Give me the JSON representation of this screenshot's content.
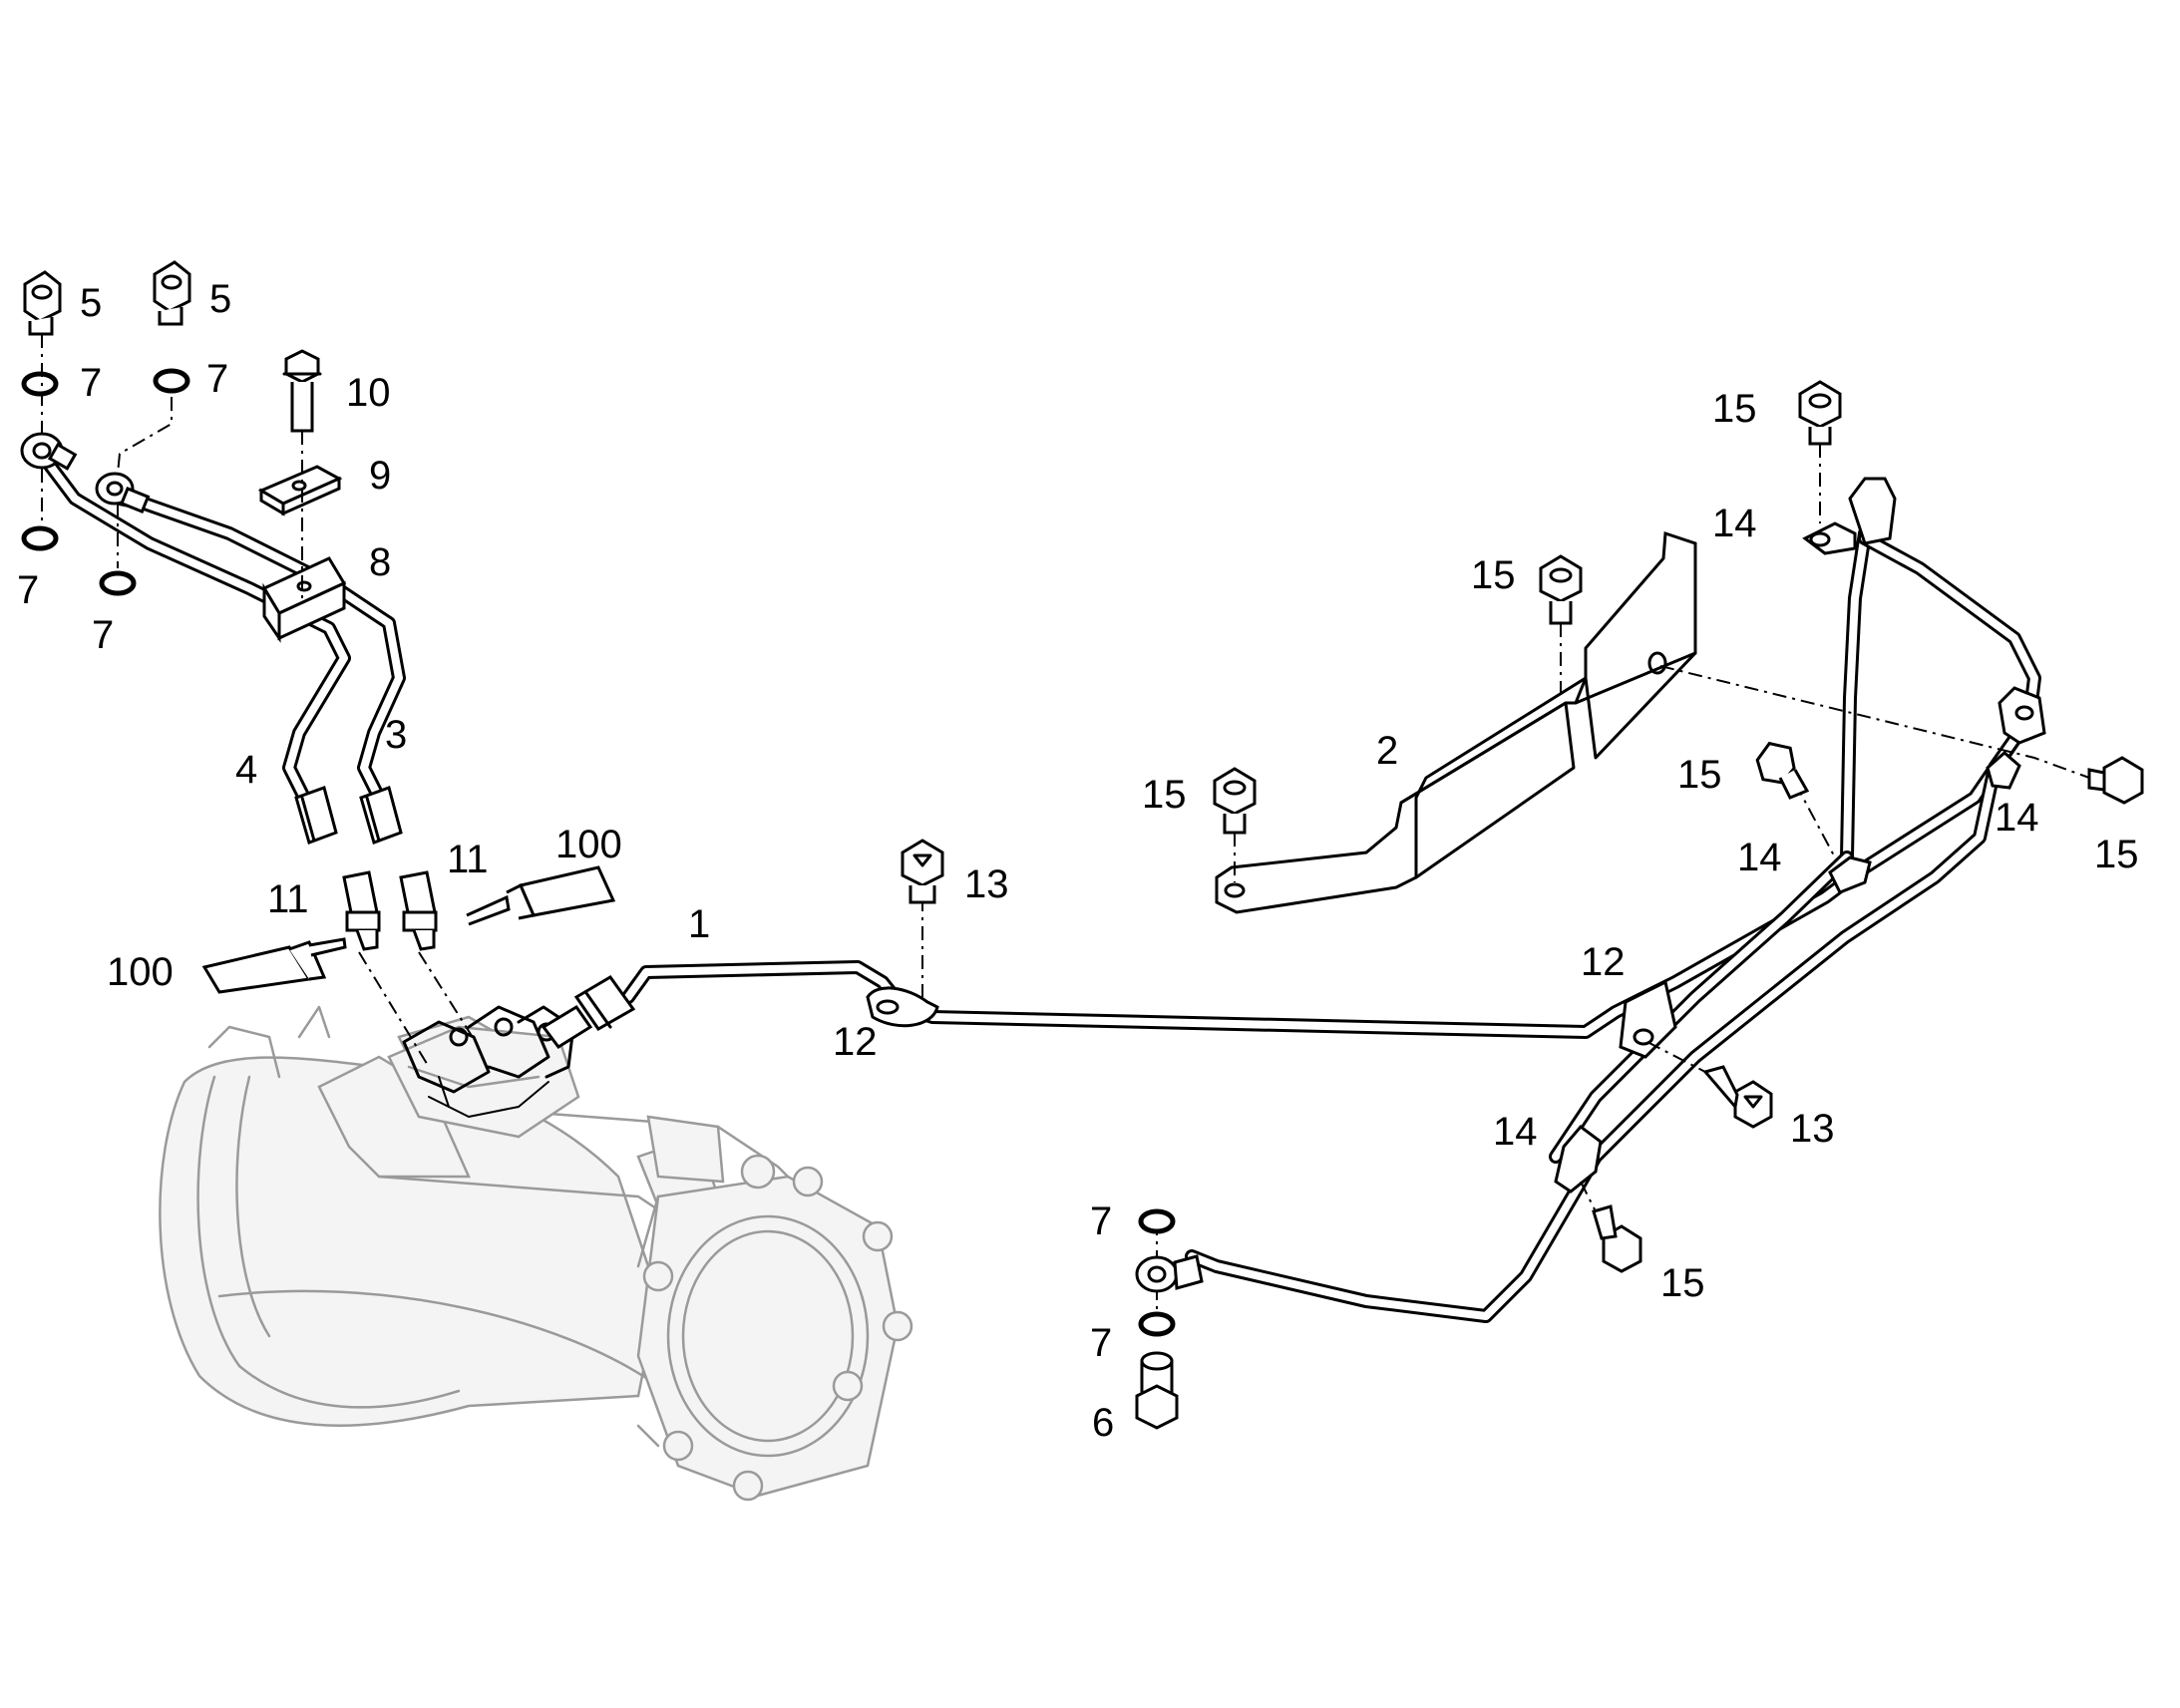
{
  "callouts": {
    "c1": "1",
    "c2": "2",
    "c3": "3",
    "c4": "4",
    "c5a": "5",
    "c5b": "5",
    "c6": "6",
    "c7a": "7",
    "c7b": "7",
    "c7c": "7",
    "c7d": "7",
    "c7e": "7",
    "c7f": "7",
    "c8": "8",
    "c9": "9",
    "c10": "10",
    "c11a": "11",
    "c11b": "11",
    "c12a": "12",
    "c12b": "12",
    "c13a": "13",
    "c13b": "13",
    "c14a": "14",
    "c14b": "14",
    "c14c": "14",
    "c14d": "14",
    "c15a": "15",
    "c15b": "15",
    "c15c": "15",
    "c15d": "15",
    "c15e": "15",
    "c15f": "15",
    "c100a": "100",
    "c100b": "100"
  }
}
